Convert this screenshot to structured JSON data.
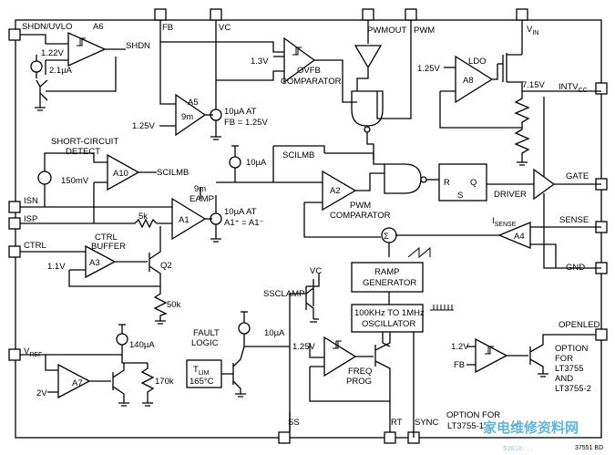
{
  "pins": {
    "shdn_uvlo": "SHDN/UVLO",
    "fb": "FB",
    "vc": "VC",
    "pwmout": "PWMOUT",
    "pwm": "PWM",
    "vin": "V",
    "vin_sub": "IN",
    "intvcc": "INTV",
    "intvcc_sub": "CC",
    "gate": "GATE",
    "sense": "SENSE",
    "gnd": "GND",
    "isn": "ISN",
    "isp": "ISP",
    "ctrl": "CTRL",
    "vref": "V",
    "vref_sub": "REF",
    "ss": "SS",
    "rt": "RT",
    "sync": "SYNC",
    "openled": "OPENLED"
  },
  "blocks": {
    "a6": "A6",
    "shdn": "SHDN",
    "v122": "1.22V",
    "i21": "2.1µA",
    "ovfb": "OVFB",
    "comparator": "COMPARATOR",
    "v13": "1.3V",
    "a5": "A5",
    "gm": "9m",
    "v125a": "1.25V",
    "i10fb_1": "10µA AT",
    "i10fb_2": "FB = 1.25V",
    "ldo": "LDO",
    "a8": "A8",
    "v125b": "1.25V",
    "v715": "7.15V",
    "scd1": "SHORT-CIRCUIT",
    "scd2": "DETECT",
    "a10": "A10",
    "v150": "150mV",
    "scilmb": "SCILMB",
    "scilmb2": "SCILMB",
    "i10": "10µA",
    "eamp_gm": "9m",
    "eamp": "EAMP",
    "a1": "A1",
    "r5k": "5k",
    "ctrl_buf1": "CTRL",
    "ctrl_buf2": "BUFFER",
    "i10a1_1": "10µA AT",
    "i10a1_2": "A1⁺ = A1⁻",
    "a2": "A2",
    "pwm_comp1": "PWM",
    "pwm_comp2": "COMPARATOR",
    "r_latch": "R",
    "s_latch": "S",
    "q_latch": "Q",
    "driver": "DRIVER",
    "isense": "I",
    "isense_sub": "SENSE",
    "a4": "A4",
    "sigma": "Σ",
    "ramp1": "RAMP",
    "ramp2": "GENERATOR",
    "osc1": "100KHz TO 1MHz",
    "osc2": "OSCILLATOR",
    "a3": "A3",
    "v11": "1.1V",
    "q2": "Q2",
    "r50k": "50k",
    "sscl": "SSCLAMP",
    "vc2": "VC",
    "fault1": "FAULT",
    "fault2": "LOGIC",
    "tlim": "T",
    "tlim_sub": "LIM",
    "tlim2": "165°C",
    "i10ss": "10µA",
    "v125c": "1.25V",
    "freq1": "FREQ",
    "freq2": "PROG",
    "i140": "140µA",
    "a7": "A7",
    "v2": "2V",
    "r170k": "170k",
    "v12": "1.2V",
    "fb2": "FB",
    "opt1": "OPTION",
    "opt2": "FOR",
    "opt3": "LT3755",
    "opt4": "AND",
    "opt5": "LT3755-2",
    "optb1": "OPTION FOR",
    "optb2": "LT3755-1"
  },
  "figure_id": "37551 BD",
  "watermark": "家电维修资料网",
  "watermark_url": "52010..."
}
